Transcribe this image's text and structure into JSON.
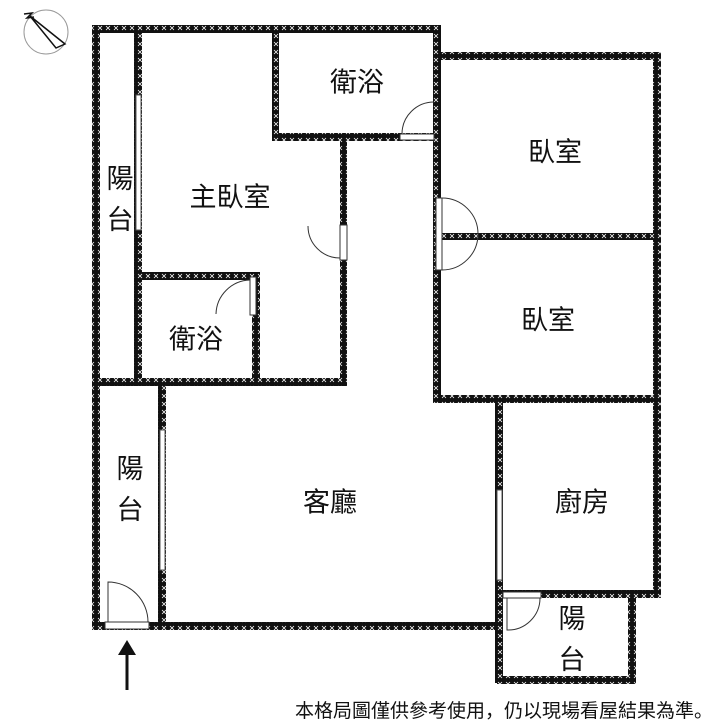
{
  "rooms": {
    "bath_top": "衛浴",
    "master_bedroom": "主臥室",
    "balcony_top_left": "陽台",
    "bath_small": "衛浴",
    "bedroom_1": "臥室",
    "bedroom_2": "臥室",
    "living_room": "客廳",
    "balcony_left": "陽台",
    "kitchen": "廚房",
    "balcony_small": "陽台"
  },
  "disclaimer": "本格局圖僅供參考使用，仍以現場看屋結果為準。",
  "colors": {
    "wall": "#111111",
    "background": "#ffffff"
  }
}
